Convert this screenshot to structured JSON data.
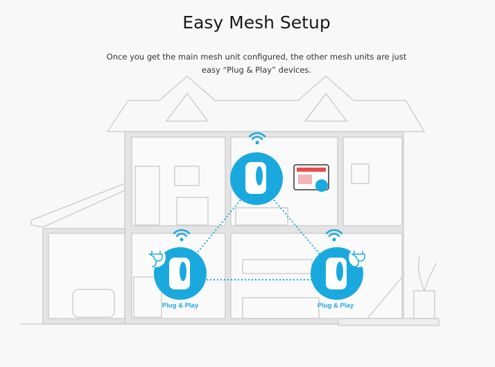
{
  "header": {
    "title": "Easy Mesh Setup",
    "description": "Once you get the main mesh unit configured, the other mesh units are just easy “Plug & Play” devices."
  },
  "illustration": {
    "nodes": [
      {
        "role": "main",
        "label": ""
      },
      {
        "role": "satellite-left",
        "label": "Plug & Play"
      },
      {
        "role": "satellite-right",
        "label": "Plug & Play"
      }
    ],
    "icons": [
      "wifi-icon",
      "plug-icon",
      "tablet-touch-icon",
      "mesh-router-icon"
    ]
  },
  "colors": {
    "accent": "#1aa9de",
    "line": "#cfcfcf",
    "wall": "#e4e4e4",
    "background": "#f8f8f8"
  }
}
